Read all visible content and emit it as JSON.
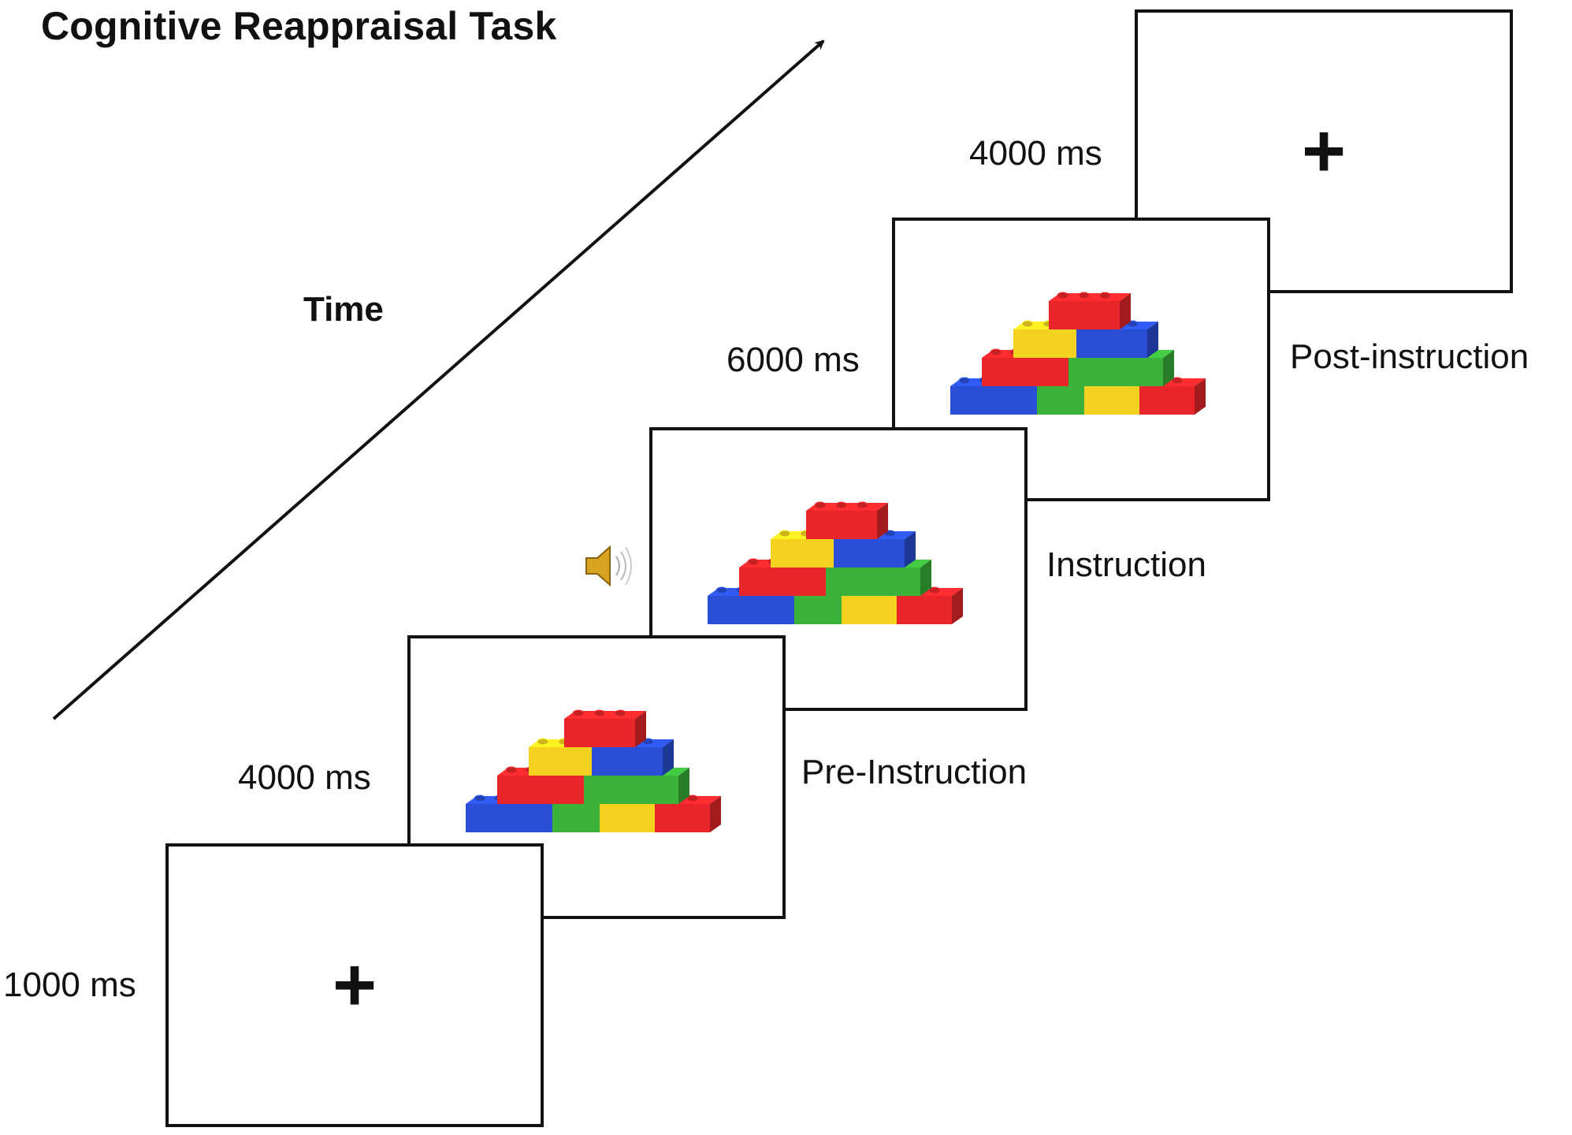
{
  "title": "Cognitive Reappraisal Task",
  "time_label": "Time",
  "screens": [
    {
      "duration": "1000 ms",
      "label": "",
      "content": "fixation-cross",
      "symbol": "+"
    },
    {
      "duration": "4000 ms",
      "label": "Pre-Instruction",
      "content": "lego-bricks"
    },
    {
      "duration": "",
      "label": "Instruction",
      "content": "lego-bricks",
      "icon": "speaker-icon"
    },
    {
      "duration": "6000 ms",
      "label": "Post-instruction",
      "content": "lego-bricks"
    },
    {
      "duration": "4000 ms",
      "label": "",
      "content": "fixation-cross",
      "symbol": "+"
    }
  ],
  "colors": {
    "brick_red": "#e8262a",
    "brick_yellow": "#f5d21f",
    "brick_blue": "#2a4fd6",
    "brick_green": "#3bb23a",
    "line": "#111111"
  }
}
